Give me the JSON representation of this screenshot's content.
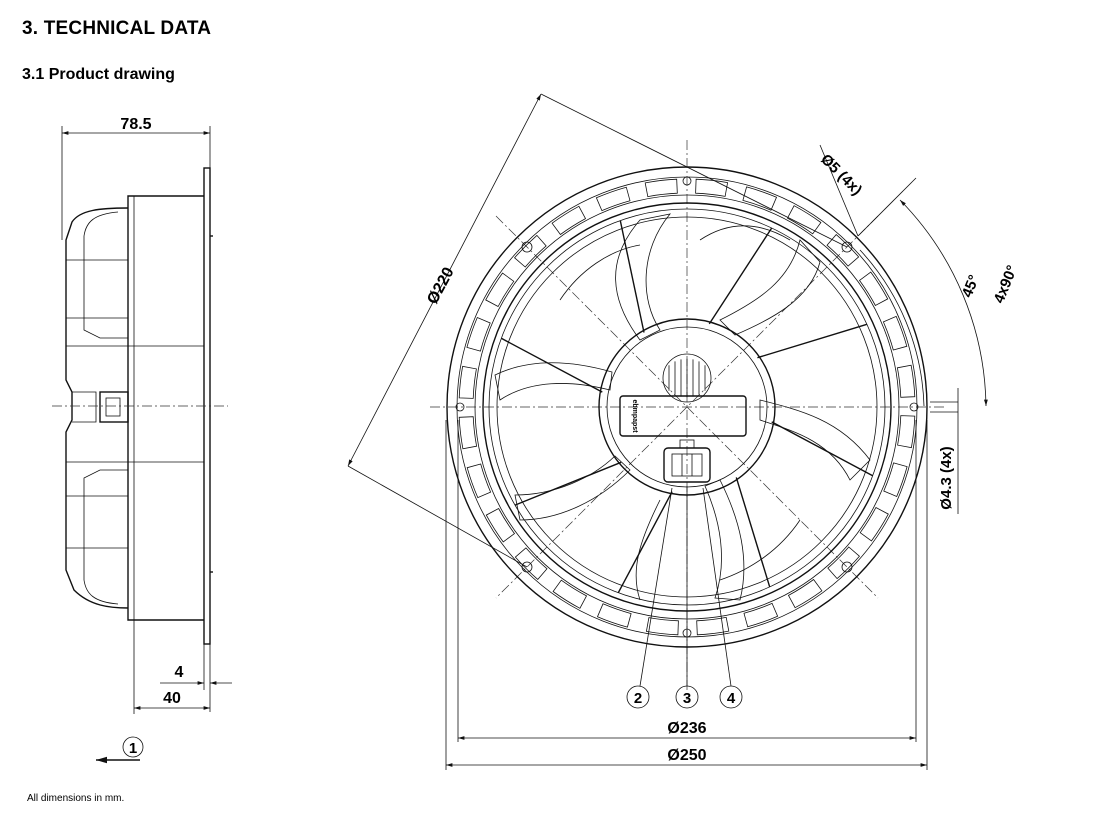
{
  "heading": "3. TECHNICAL DATA",
  "subheading": "3.1 Product drawing",
  "footnote": "All dimensions in mm.",
  "dimensions": {
    "side_depth": "78.5",
    "flange": "4",
    "offset": "40",
    "diag": "Ø220",
    "hole_top": "Ø5 (4x)",
    "angle_small": "45°",
    "angle_large": "4x90°",
    "hole_side": "Ø4.3 (4x)",
    "dia_inner": "Ø236",
    "dia_outer": "Ø250"
  },
  "callouts": [
    "1",
    "2",
    "3",
    "4"
  ],
  "label_plate": "ebmpapst"
}
